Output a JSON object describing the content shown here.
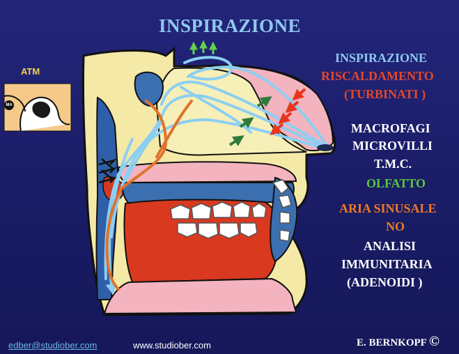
{
  "title": "INSPIRAZIONE",
  "labels": {
    "l1": "INSPIRAZIONE",
    "l2": "RISCALDAMENTO",
    "l3": "(TURBINATI )",
    "l4": "MACROFAGI",
    "l5": "MICROVILLI",
    "l6": "T.M.C.",
    "l7": "OLFATTO",
    "l8": "ARIA SINUSALE",
    "l9": "NO",
    "l10": "ANALISI",
    "l11": "IMMUNITARIA",
    "l12": "(ADENOIDI )"
  },
  "inset": {
    "label": "ATM",
    "marker": "MA"
  },
  "footer": {
    "email": "edber@studiober.com",
    "website": "www.studiober.com",
    "author": "E. BERNKOPF",
    "copyright": "©"
  },
  "colors": {
    "background": "#1b1d6b",
    "title": "#8ec9ee",
    "red_text": "#e4482a",
    "green_text": "#58c83c",
    "orange_text": "#f07a22",
    "white_text": "#ffffff",
    "airflow": "#8ccff2",
    "blood_flow": "#e0722a"
  }
}
